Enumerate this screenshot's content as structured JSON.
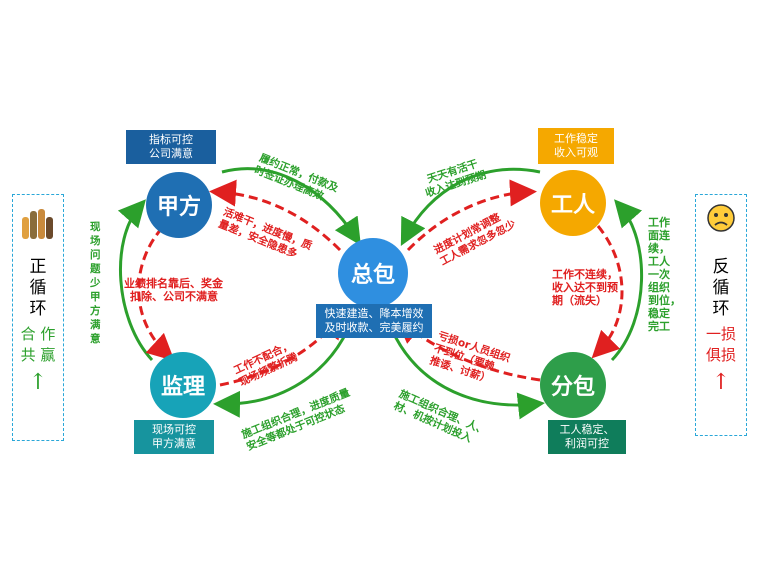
{
  "center": {
    "label": "总包",
    "box_line1": "快速建造、降本增效",
    "box_line2": "及时收款、完美履约"
  },
  "jiafang": {
    "label": "甲方",
    "box_line1": "指标可控",
    "box_line2": "公司满意"
  },
  "jianli": {
    "label": "监理",
    "box_line1": "现场可控",
    "box_line2": "甲方满意"
  },
  "gongren": {
    "label": "工人",
    "box_line1": "工作稳定",
    "box_line2": "收入可观"
  },
  "fenbao": {
    "label": "分包",
    "box_line1": "工人稳定、",
    "box_line2": "利润可控"
  },
  "left_panel": {
    "line1": "正",
    "line2": "循",
    "line3": "环",
    "line4": "合 作",
    "line5": "共 赢",
    "arrow": "↑"
  },
  "right_panel": {
    "line1": "反",
    "line2": "循",
    "line3": "环",
    "line4": "一损",
    "line5": "俱损",
    "arrow": "↑"
  },
  "labels": {
    "g_top_left": [
      "履约正常，付款及",
      "时签证办理高效"
    ],
    "r_top_left": [
      "活难干，进度慢，质",
      "量差，安全隐患多"
    ],
    "g_left_vertical": "现场问题少甲方满意",
    "r_left_middle": [
      "业绩排名靠后、奖金",
      "扣除、公司不满意"
    ],
    "r_bottom_left": [
      "工作不配合，",
      "现场频繁折腾"
    ],
    "g_bottom_left": [
      "施工组织合理，进度质量",
      "安全等都处于可控状态"
    ],
    "g_top_right": [
      "天天有活干",
      "收入达到预期"
    ],
    "r_top_right": [
      "进度计划常调整",
      "工人需求忽多忽少"
    ],
    "g_right_vertical": [
      "工作",
      "面连",
      "续，",
      "工人",
      "一次",
      "组织",
      "到位，",
      "稳定",
      "完工"
    ],
    "r_right_middle": [
      "工作不连续，",
      "收入达不到预",
      "期（流失）"
    ],
    "r_bottom_right": [
      "亏损or人员组织",
      "不到位（要赖、",
      "推诿、讨薪）"
    ],
    "g_bottom_right": [
      "施工组织合理、人、",
      "材、机按计划投入"
    ]
  },
  "colors": {
    "green": "#2ca02c",
    "red": "#e02020",
    "blue_dark": "#1f6fb3",
    "blue_center": "#2f8fe0",
    "teal": "#17a3b8",
    "orange": "#f5a800",
    "box_dark_blue": "#1a5f9e",
    "box_teal": "#17949e",
    "box_green": "#0f7d5b"
  },
  "icons": {
    "left": "teamwork-hands-icon",
    "right": "worried-face-icon"
  }
}
